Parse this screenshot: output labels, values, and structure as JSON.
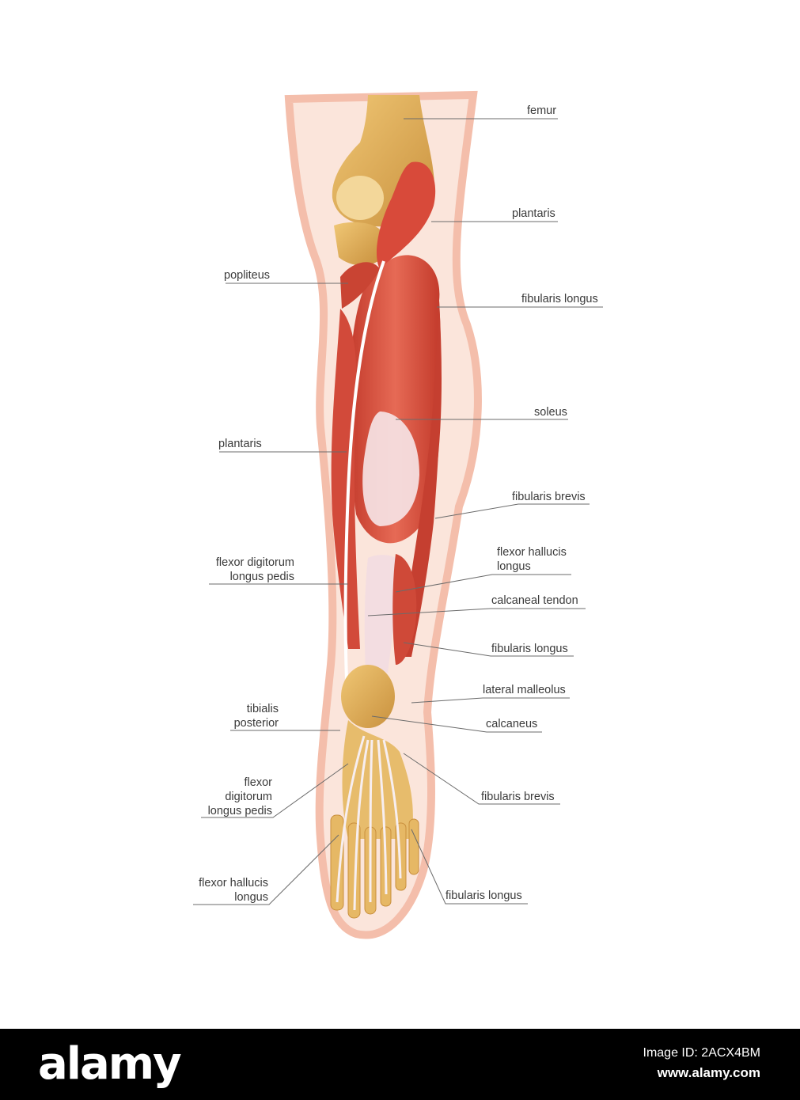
{
  "labels": {
    "femur": "femur",
    "plantaris_top": "plantaris",
    "popliteus": "popliteus",
    "fibularis_longus_top": "fibularis longus",
    "soleus": "soleus",
    "plantaris_left": "plantaris",
    "fibularis_brevis_mid": "fibularis brevis",
    "flexor_hallucis_longus_right": [
      "flexor hallucis",
      "longus"
    ],
    "flexor_digitorum_left_upper": [
      "flexor digitorum",
      "longus pedis"
    ],
    "calcaneal_tendon": "calcaneal tendon",
    "fibularis_longus_mid": "fibularis longus",
    "lateral_malleolus": "lateral malleolus",
    "tibialis_posterior": [
      "tibialis",
      "posterior"
    ],
    "calcaneus": "calcaneus",
    "flexor_digitorum_left_lower": [
      "flexor",
      "digitorum",
      "longus pedis"
    ],
    "fibularis_brevis_low": "fibularis brevis",
    "flexor_hallucis_longus_left": [
      "flexor hallucis",
      "longus"
    ],
    "fibularis_longus_low": "fibularis longus"
  },
  "banner": {
    "brand": "alamy",
    "image_id": "Image ID: 2ACX4BM",
    "url": "www.alamy.com"
  },
  "colors": {
    "muscle": "#d9503f",
    "bone": "#e2b25c",
    "tendon": "#f4e3e6",
    "skin": "#f7c9b8"
  }
}
